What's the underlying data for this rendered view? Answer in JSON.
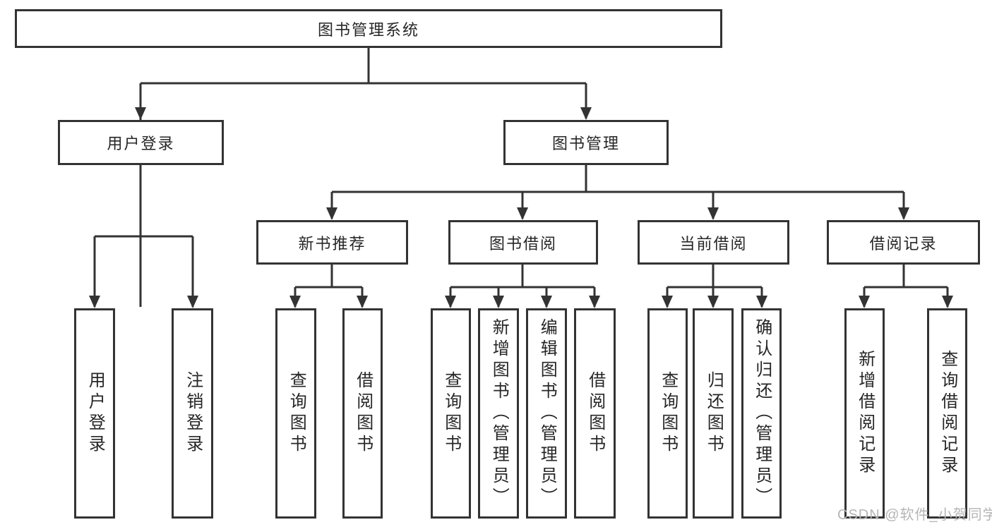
{
  "tree": {
    "root": {
      "label": "图书管理系统"
    },
    "branches": [
      {
        "label": "用户登录",
        "children": [
          {
            "label": "用户登录"
          },
          {
            "label": "注销登录"
          }
        ]
      },
      {
        "label": "图书管理",
        "children": [
          {
            "label": "新书推荐",
            "children": [
              {
                "label": "查询图书"
              },
              {
                "label": "借阅图书"
              }
            ]
          },
          {
            "label": "图书借阅",
            "children": [
              {
                "label": "查询图书"
              },
              {
                "label": "新增图书（管理员）"
              },
              {
                "label": "编辑图书（管理员）"
              },
              {
                "label": "借阅图书"
              }
            ]
          },
          {
            "label": "当前借阅",
            "children": [
              {
                "label": "查询图书"
              },
              {
                "label": "归还图书"
              },
              {
                "label": "确认归还（管理员）"
              }
            ]
          },
          {
            "label": "借阅记录",
            "children": [
              {
                "label": "新增借阅记录"
              },
              {
                "label": "查询借阅记录"
              }
            ]
          }
        ]
      }
    ]
  },
  "watermark": "CSDN @软件_小贺同学",
  "colors": {
    "line": "#333333",
    "box_border": "#333333",
    "text": "#262626",
    "watermark": "#b5b5b5",
    "background": "#ffffff"
  }
}
